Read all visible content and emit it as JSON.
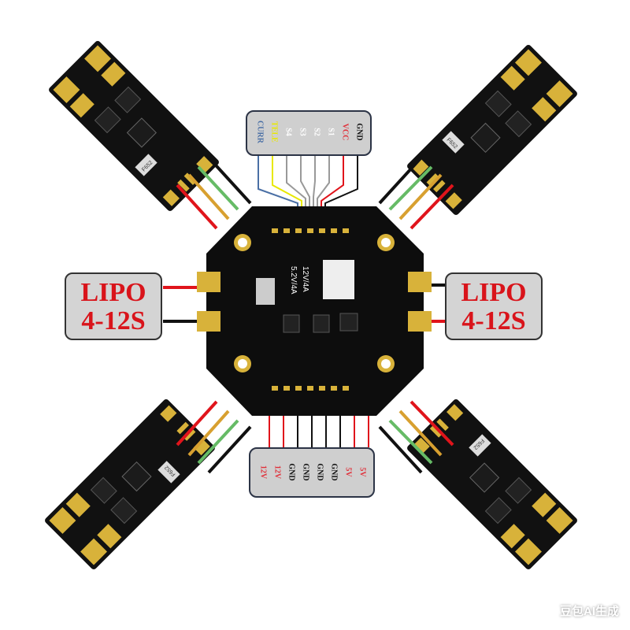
{
  "lipo_left": {
    "line1": "LIPO",
    "line2": "4-12S"
  },
  "lipo_right": {
    "line1": "LIPO",
    "line2": "4-12S"
  },
  "top_connector": {
    "pins": [
      {
        "label": "CURR",
        "color": "#4a6fa5"
      },
      {
        "label": "TELE",
        "color": "#e8e800"
      },
      {
        "label": "S4",
        "color": "#ffffff"
      },
      {
        "label": "S3",
        "color": "#ffffff"
      },
      {
        "label": "S2",
        "color": "#ffffff"
      },
      {
        "label": "S1",
        "color": "#ffffff"
      },
      {
        "label": "VCC",
        "color": "#e0303a"
      },
      {
        "label": "GND",
        "color": "#111111"
      }
    ]
  },
  "bottom_connector": {
    "pins": [
      {
        "label": "12V",
        "color": "#e0303a"
      },
      {
        "label": "12V",
        "color": "#e0303a"
      },
      {
        "label": "GND",
        "color": "#111111"
      },
      {
        "label": "GND",
        "color": "#111111"
      },
      {
        "label": "GND",
        "color": "#111111"
      },
      {
        "label": "GND",
        "color": "#111111"
      },
      {
        "label": "5V",
        "color": "#e0303a"
      },
      {
        "label": "5V",
        "color": "#e0303a"
      }
    ]
  },
  "board": {
    "label1": "12V/4A",
    "label2": "5.2V/4A"
  },
  "esc_label": "F652",
  "watermark": "豆包AI生成",
  "colors": {
    "pcb": "#111111",
    "pad": "#d8b23a",
    "wire_pos": "#e0141b",
    "wire_neg": "#111111"
  }
}
